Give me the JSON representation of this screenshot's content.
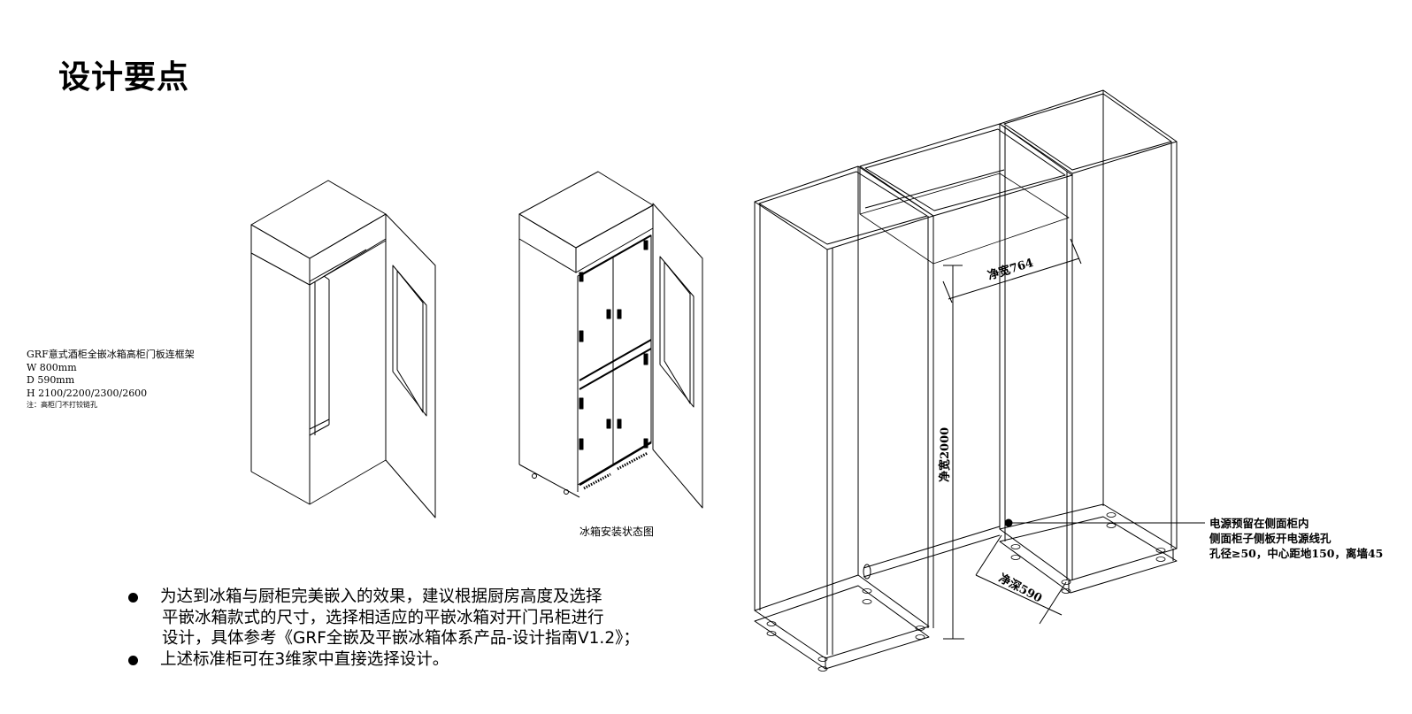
{
  "title": "设计要点",
  "spec": {
    "name": "GRF意式酒柜全嵌冰箱高柜门板连框架",
    "width": "W 800mm",
    "depth": "D 590mm",
    "height": "H 2100/2200/2300/2600",
    "note": "注：高柜门不打铰链孔"
  },
  "caption": "冰箱安装状态图",
  "bullets": [
    {
      "lines": [
        "为达到冰箱与厨柜完美嵌入的效果，建议根据厨房高度及选择",
        "平嵌冰箱款式的尺寸，选择相适应的平嵌冰箱对开门吊柜进行",
        "设计，具体参考《GRF全嵌及平嵌冰箱体系产品-设计指南V1.2》；"
      ]
    },
    {
      "lines": [
        "上述标准柜可在3维家中直接选择设计。"
      ]
    }
  ],
  "dimensions": {
    "clear_width": "净宽764",
    "clear_height": "净宽2000",
    "clear_depth": "净深590"
  },
  "annotation": {
    "line1": "电源预留在侧面柜内",
    "line2": "侧面柜子侧板开电源线孔",
    "line3": "孔径≥50，中心距地150，离墙45"
  }
}
